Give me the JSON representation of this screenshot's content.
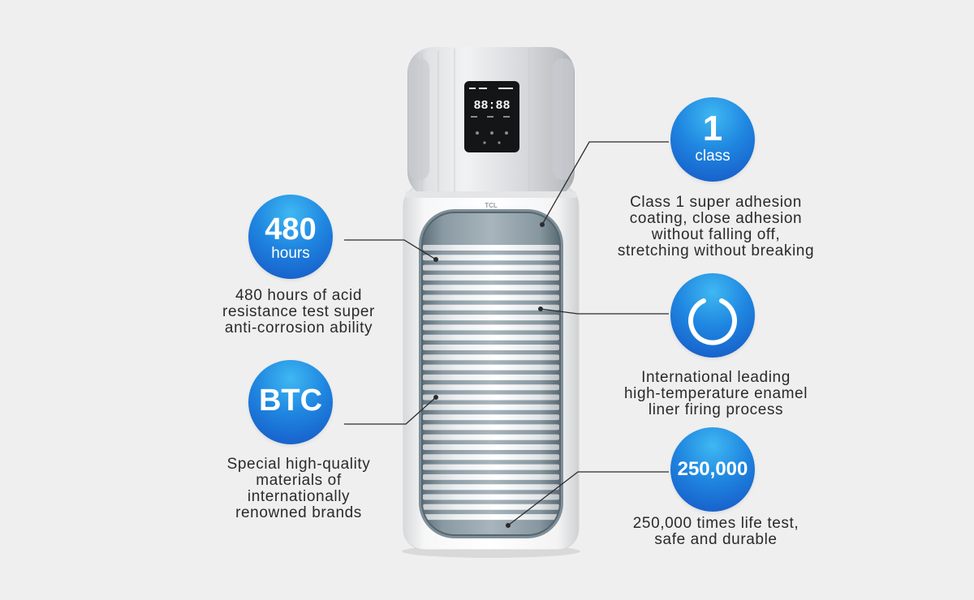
{
  "product": {
    "display_digits": "88:88",
    "brand_text": "TCL"
  },
  "badges": {
    "hours": {
      "big": "480",
      "small": "hours"
    },
    "class": {
      "big": "1",
      "small": "class"
    },
    "btc": {
      "big": "BTC"
    },
    "ring": {
      "icon": "ring-icon"
    },
    "cycles": {
      "big": "250,000"
    }
  },
  "features": {
    "acid": [
      "480 hours of acid",
      "resistance test super",
      "anti-corrosion ability"
    ],
    "materials": [
      "Special high-quality",
      "materials of",
      "internationally",
      "renowned brands"
    ],
    "adhesion": [
      "Class 1 super adhesion",
      "coating, close adhesion",
      "without falling off,",
      "stretching without breaking"
    ],
    "enamel": [
      "International leading",
      "high-temperature enamel",
      "liner firing process"
    ],
    "life": [
      "250,000 times life test,",
      "safe and durable"
    ]
  },
  "colors": {
    "badge_light": "#3fb8f2",
    "badge_dark": "#1554c4",
    "background": "#efefef",
    "text": "#2a2a2a",
    "line": "#2b2b2b"
  }
}
